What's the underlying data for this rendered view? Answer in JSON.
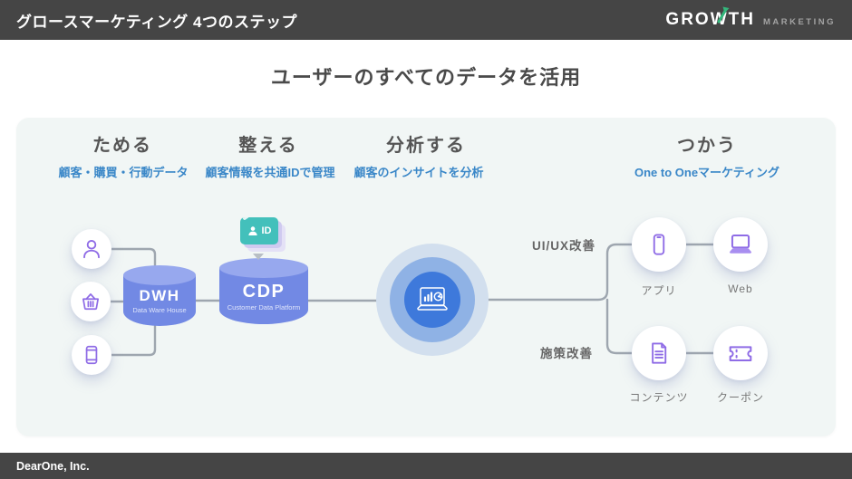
{
  "topbar": {
    "title": "グロースマーケティング 4つのステップ",
    "logo": {
      "growth_left": "GRO",
      "growth_w": "W",
      "growth_right": "TH",
      "marketing": "MARKETING"
    }
  },
  "main_title": "ユーザーのすべてのデータを活用",
  "steps": [
    {
      "label": "ためる",
      "subtitle": "顧客・購買・行動データ"
    },
    {
      "label": "整える",
      "subtitle": "顧客情報を共通IDで管理"
    },
    {
      "label": "分析する",
      "subtitle": "顧客のインサイトを分析"
    },
    {
      "label": "つかう",
      "subtitle": "One to Oneマーケティング"
    }
  ],
  "diagram": {
    "sources": [
      {
        "icon": "person-icon"
      },
      {
        "icon": "basket-icon"
      },
      {
        "icon": "smartphone-icon"
      }
    ],
    "dwh": {
      "name": "DWH",
      "full_name": "Data Ware House"
    },
    "cdp": {
      "name": "CDP",
      "full_name": "Customer Data Platform"
    },
    "id_badge": {
      "label": "ID",
      "icon": "id-card-icon"
    },
    "analysis": {
      "icon": "analytics-laptop-icon"
    },
    "branches": [
      {
        "label": "UI/UX改善"
      },
      {
        "label": "施策改善"
      }
    ],
    "outputs": [
      {
        "label": "アプリ",
        "icon": "app-phone-icon"
      },
      {
        "label": "Web",
        "icon": "web-laptop-icon"
      },
      {
        "label": "コンテンツ",
        "icon": "content-document-icon"
      },
      {
        "label": "クーポン",
        "icon": "coupon-ticket-icon"
      }
    ]
  },
  "footer": {
    "company": "DearOne, Inc."
  },
  "colors": {
    "bar": "#454545",
    "card_bg": "#f1f6f5",
    "step_blue": "#3a87c8",
    "icon_purple": "#8f6ce6",
    "cylinder_blue": "#7289e4",
    "id_teal": "#43c0bb",
    "logo_green": "#34b77c",
    "bullseye_inner": "#3e79db",
    "connector_gray": "#9ea6af"
  }
}
